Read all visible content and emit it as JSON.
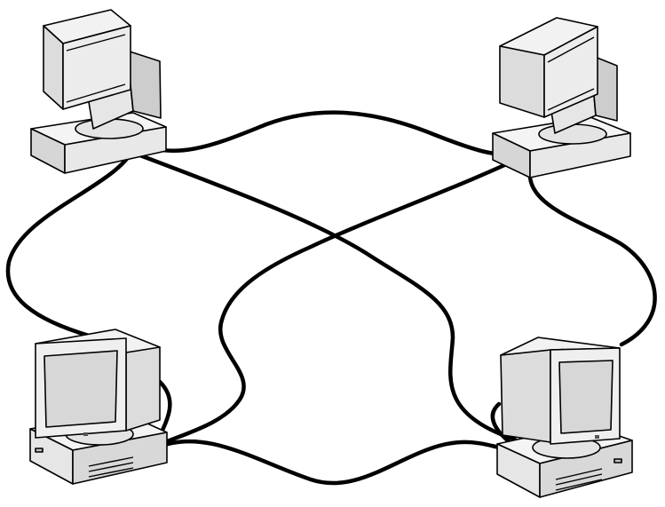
{
  "diagram": {
    "type": "mesh-network",
    "nodes": [
      {
        "id": "computer-top-left",
        "icon": "computer-icon",
        "facing": "back-left"
      },
      {
        "id": "computer-top-right",
        "icon": "computer-icon",
        "facing": "back-left"
      },
      {
        "id": "computer-bottom-left",
        "icon": "computer-icon",
        "facing": "front-left"
      },
      {
        "id": "computer-bottom-right",
        "icon": "computer-icon",
        "facing": "front-right"
      }
    ],
    "links": [
      {
        "from": "computer-top-left",
        "to": "computer-top-right"
      },
      {
        "from": "computer-top-left",
        "to": "computer-bottom-left"
      },
      {
        "from": "computer-top-left",
        "to": "computer-bottom-right"
      },
      {
        "from": "computer-top-right",
        "to": "computer-bottom-left"
      },
      {
        "from": "computer-top-right",
        "to": "computer-bottom-right"
      },
      {
        "from": "computer-bottom-left",
        "to": "computer-bottom-right"
      }
    ],
    "colors": {
      "line": "#000000",
      "background": "#ffffff",
      "light": "#f4f4f4",
      "mid": "#e0e0e0",
      "dark": "#c8c8c8",
      "screen": "#d7d7d7"
    }
  }
}
